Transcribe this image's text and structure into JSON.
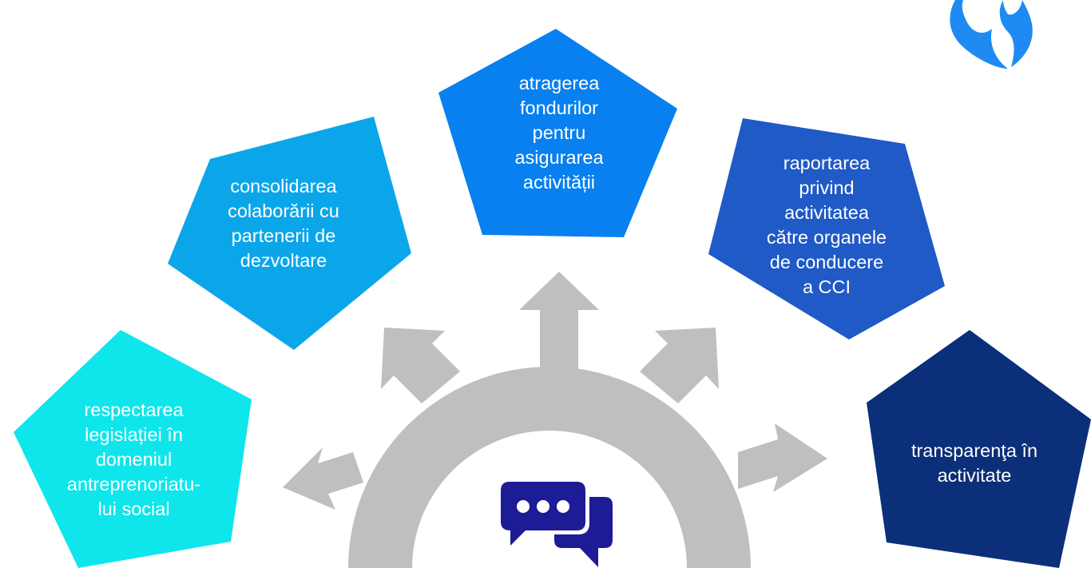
{
  "colors": {
    "arrow_gray": "#bfbfbf",
    "pent_cyan": "#0ee6ec",
    "pent_sky": "#0ba6ea",
    "pent_blue": "#0880ef",
    "pent_royal": "#1f5ac6",
    "pent_navy": "#0b2f78",
    "chat_icon": "#1e1b96",
    "flame_logo": "#1f8bf2"
  },
  "icons": {
    "chat": "chat-bubbles-icon",
    "logo": "flame-logo-icon"
  },
  "nodes": [
    {
      "id": "legislatie",
      "color_key": "pent_cyan",
      "lines": [
        "respectarea",
        "legislației în",
        "domeniul",
        "antreprenoriatu-",
        "lui social"
      ]
    },
    {
      "id": "colaborare",
      "color_key": "pent_sky",
      "lines": [
        "consolidarea",
        "colaborării cu",
        "partenerii de",
        "dezvoltare"
      ]
    },
    {
      "id": "fonduri",
      "color_key": "pent_blue",
      "lines": [
        "atragerea",
        "fondurilor",
        "pentru",
        "asigurarea",
        "activității"
      ]
    },
    {
      "id": "raportare",
      "color_key": "pent_royal",
      "lines": [
        "raportarea",
        "privind",
        "activitatea",
        "către organele",
        "de conducere",
        "a CCI"
      ]
    },
    {
      "id": "transparenta",
      "color_key": "pent_navy",
      "lines": [
        "transparenţa în",
        "activitate"
      ]
    }
  ]
}
